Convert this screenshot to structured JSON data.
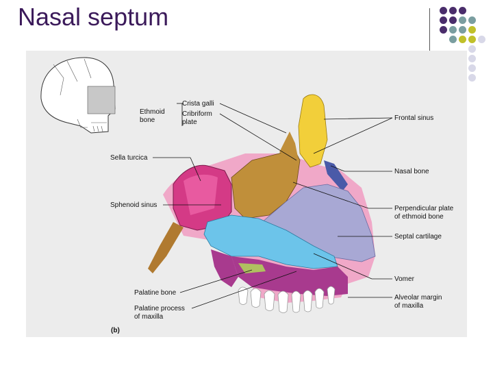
{
  "slide": {
    "title": "Nasal septum"
  },
  "decor": {
    "dot_colors": {
      "purple": "#4a2d6b",
      "teal": "#7a9ea0",
      "olive": "#c0c02a",
      "lavender": "#d8d8e8"
    }
  },
  "figure": {
    "panel_label": "(b)",
    "labels": {
      "crista_galli": "Crista galli",
      "ethmoid_bone_1": "Ethmoid",
      "ethmoid_bone_2": "bone",
      "cribriform_1": "Cribriform",
      "cribriform_2": "plate",
      "frontal_sinus": "Frontal sinus",
      "sella_turcica": "Sella turcica",
      "nasal_bone": "Nasal bone",
      "sphenoid_sinus": "Sphenoid sinus",
      "perpendicular_1": "Perpendicular plate",
      "perpendicular_2": "of ethmoid bone",
      "septal_cartilage": "Septal cartilage",
      "vomer": "Vomer",
      "palatine_bone": "Palatine bone",
      "alveolar_1": "Alveolar margin",
      "alveolar_2": "of maxilla",
      "palatine_process_1": "Palatine process",
      "palatine_process_2": "of maxilla"
    },
    "colors": {
      "frontal": "#f2cf3a",
      "ethmoid": "#c08f3a",
      "sphenoid": "#d43a86",
      "cartilage": "#a8a8d4",
      "vomer": "#6cc4ea",
      "nasal_bone": "#4a5aa8",
      "maxilla": "#a83a8e",
      "palatine": "#b0c060",
      "spongy": "#f0a8c8",
      "tooth": "#ffffff"
    }
  }
}
